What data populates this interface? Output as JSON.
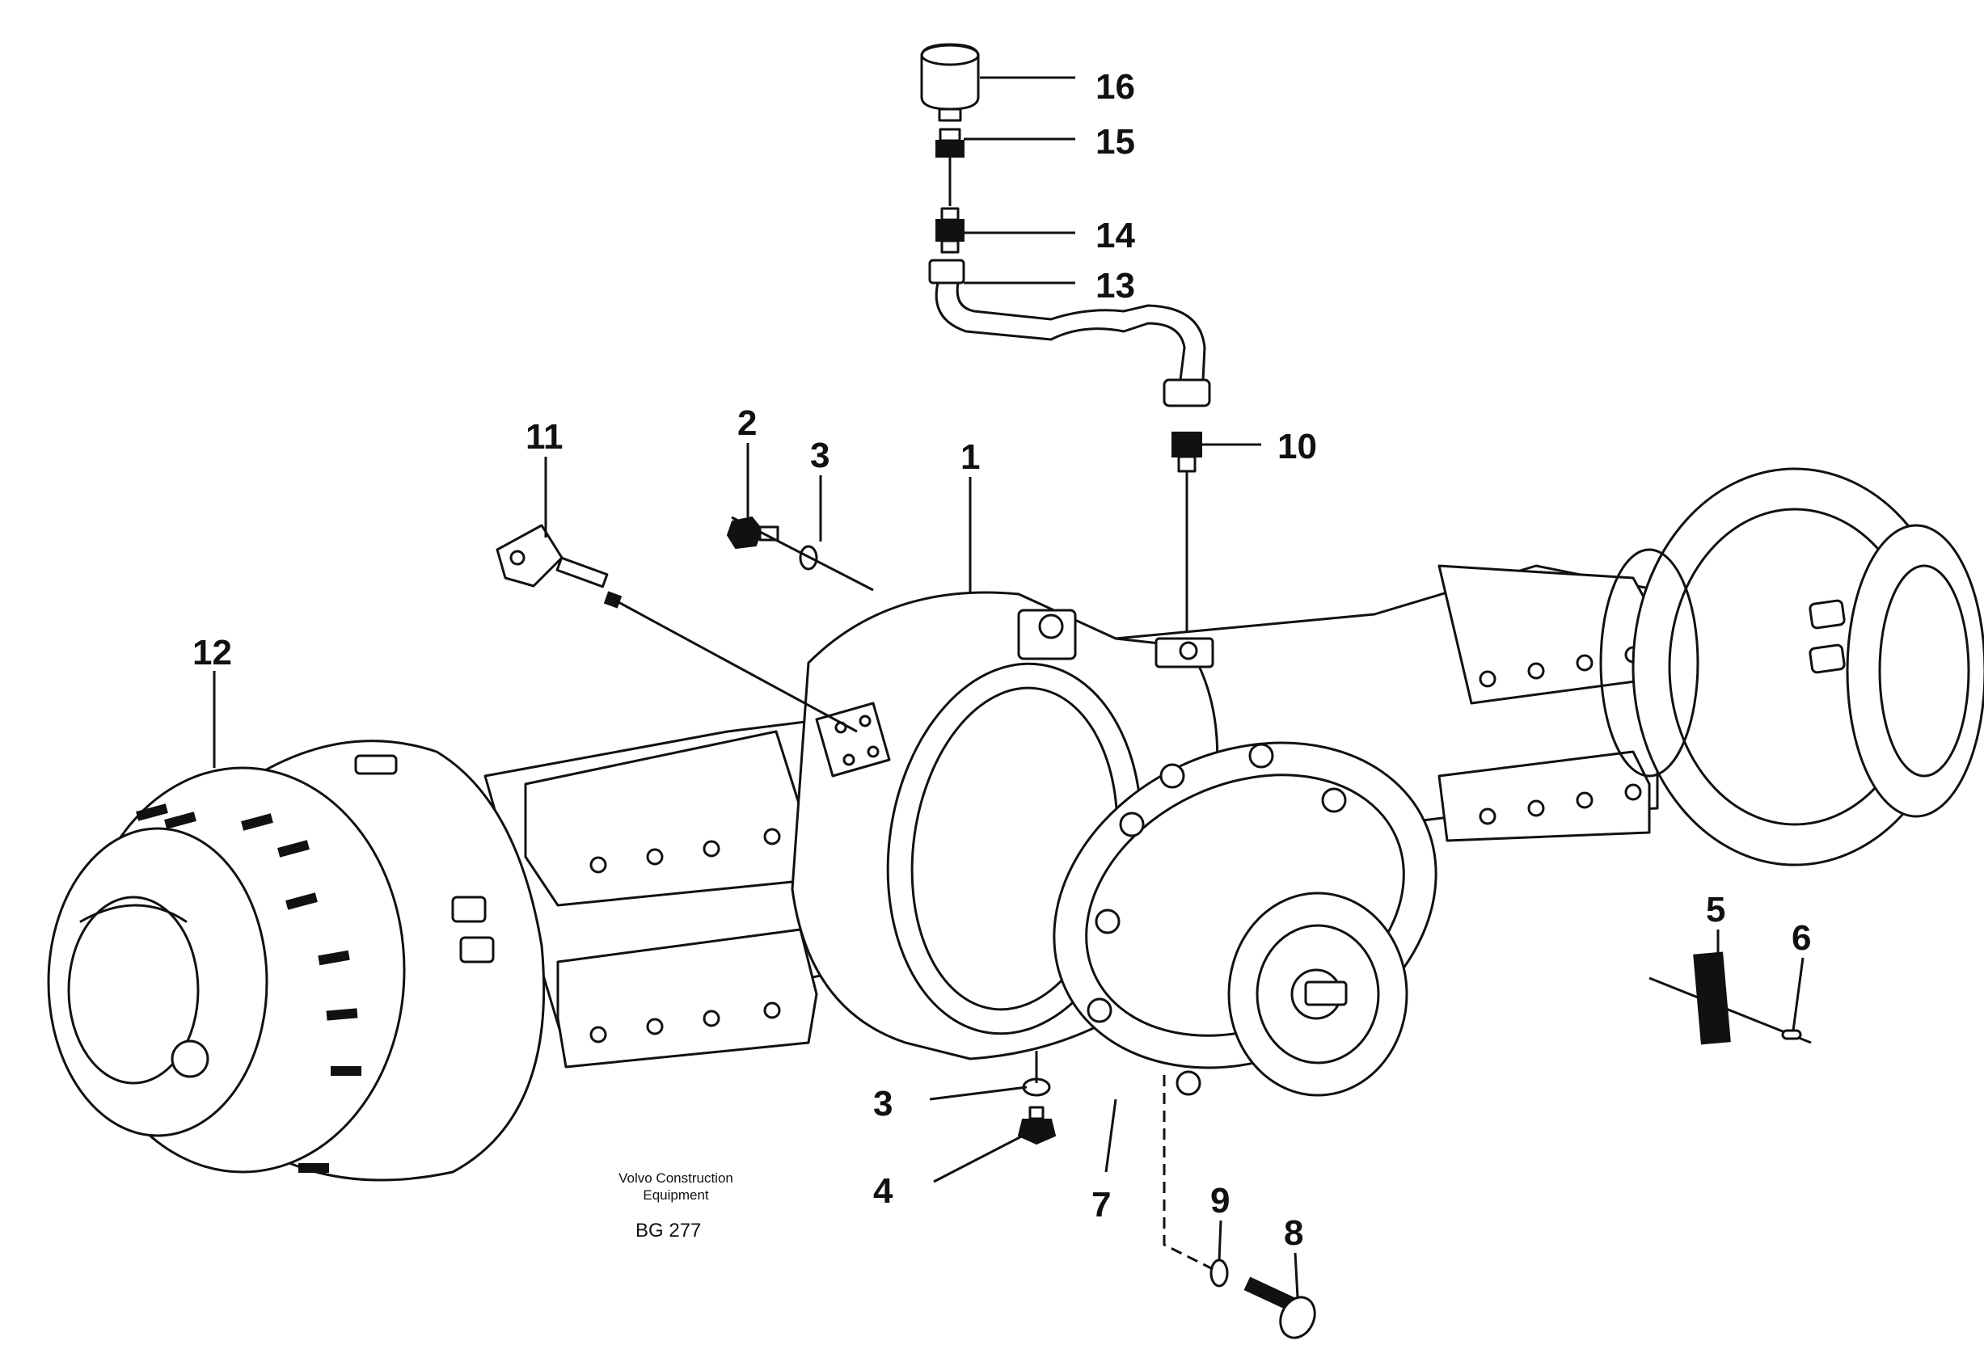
{
  "diagram": {
    "callouts": [
      "16",
      "15",
      "14",
      "13",
      "11",
      "2",
      "3",
      "1",
      "10",
      "12",
      "5",
      "6",
      "3",
      "4",
      "7",
      "9",
      "8"
    ],
    "caption": {
      "line1": "Volvo Construction",
      "line2": "Equipment",
      "code": "BG 277"
    }
  }
}
